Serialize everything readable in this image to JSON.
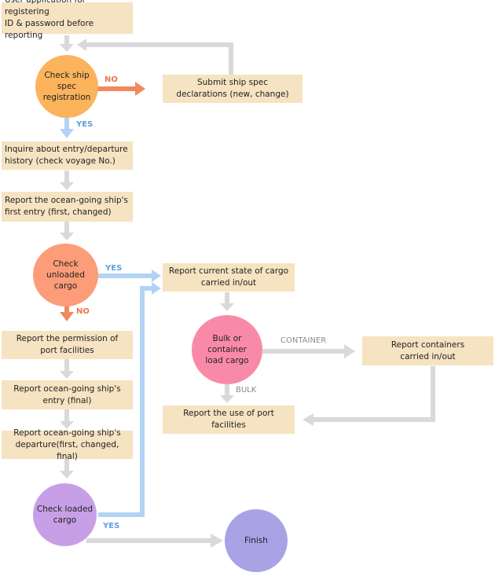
{
  "boxes": {
    "user_application": "User application for registering\nID & password before reporting",
    "submit_ship_spec": "Submit ship spec\ndeclarations (new, change)",
    "inquire_history": "Inquire about entry/departure\nhistory (check voyage No.)",
    "report_first_entry": "Report the ocean-going ship's\nfirst entry (first, changed)",
    "report_cargo_state": "Report current state of cargo\ncarried in/out",
    "report_containers": "Report containers\ncarried in/out",
    "report_port_use": "Report the use of port facilities",
    "report_permission": "Report the permission of\nport facilities",
    "report_entry_final": "Report ocean-going ship's\nentry (final)",
    "report_departure": "Report ocean-going ship's\ndeparture(first, changed, final)"
  },
  "decisions": {
    "check_ship_spec": "Check ship\nspec\nregistration",
    "check_unloaded": "Check\nunloaded\ncargo",
    "bulk_or_container": "Bulk or\ncontainer\nload cargo",
    "check_loaded": "Check loaded\ncargo",
    "finish": "Finish"
  },
  "labels": {
    "spec_no": "NO",
    "spec_yes": "YES",
    "unloaded_yes": "YES",
    "unloaded_no": "NO",
    "container": "CONTAINER",
    "bulk": "BULK",
    "loaded_yes": "YES"
  },
  "colors": {
    "box_fill": "#f6e3c1",
    "connector_grey": "#d9d9d9",
    "connector_blue": "#b3d3f5",
    "connector_orange": "#ef8a5e",
    "spec_circle": "#fbb35c",
    "unloaded_circle": "#fc9c78",
    "bulk_circle": "#f98aa7",
    "loaded_circle": "#c79fe6",
    "finish_circle": "#a9a3e6"
  }
}
